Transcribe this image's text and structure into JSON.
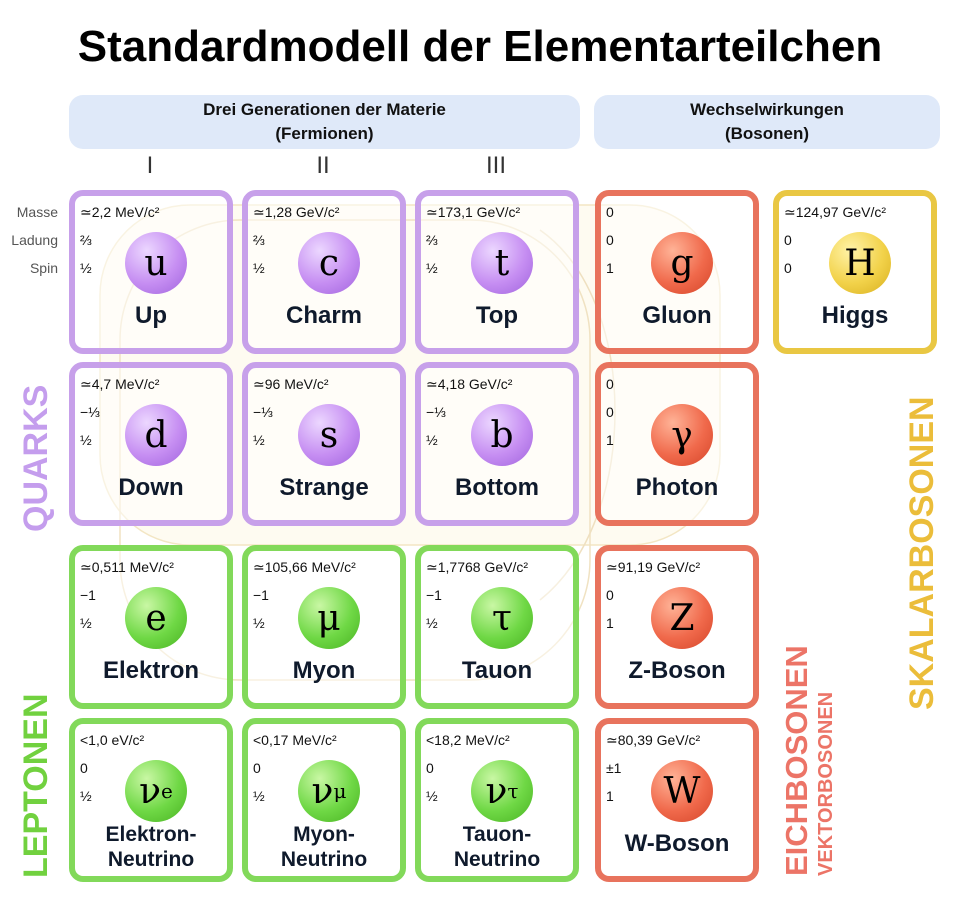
{
  "title": "Standardmodell der Elementarteilchen",
  "headers": {
    "fermions_line1": "Drei Generationen der Materie",
    "fermions_line2": "(Fermionen)",
    "bosons_line1": "Wechselwirkungen",
    "bosons_line2": "(Bosonen)"
  },
  "generations": [
    "I",
    "II",
    "III"
  ],
  "row_labels": {
    "mass": "Masse",
    "charge": "Ladung",
    "spin": "Spin"
  },
  "group_labels": {
    "quarks": "QUARKS",
    "leptons": "LEPTONEN",
    "gauge": "EICHBOSONEN",
    "vector": "VEKTORBOSONEN",
    "scalar": "SKALARBOSONEN"
  },
  "colors": {
    "quark": "#c7a0ea",
    "lepton": "#82d95a",
    "gauge": "#e8735d",
    "scalar": "#e9c743"
  },
  "particles": {
    "up": {
      "mass": "≃2,2 MeV/c²",
      "charge": "⅔",
      "spin": "½",
      "symbol": "u",
      "name": "Up"
    },
    "charm": {
      "mass": "≃1,28 GeV/c²",
      "charge": "⅔",
      "spin": "½",
      "symbol": "c",
      "name": "Charm"
    },
    "top": {
      "mass": "≃173,1 GeV/c²",
      "charge": "⅔",
      "spin": "½",
      "symbol": "t",
      "name": "Top"
    },
    "gluon": {
      "mass": "0",
      "charge": "0",
      "spin": "1",
      "symbol": "g",
      "name": "Gluon"
    },
    "higgs": {
      "mass": "≃124,97 GeV/c²",
      "charge": "0",
      "spin": "0",
      "symbol": "H",
      "name": "Higgs"
    },
    "down": {
      "mass": "≃4,7 MeV/c²",
      "charge": "−⅓",
      "spin": "½",
      "symbol": "d",
      "name": "Down"
    },
    "strange": {
      "mass": "≃96 MeV/c²",
      "charge": "−⅓",
      "spin": "½",
      "symbol": "s",
      "name": "Strange"
    },
    "bottom": {
      "mass": "≃4,18 GeV/c²",
      "charge": "−⅓",
      "spin": "½",
      "symbol": "b",
      "name": "Bottom"
    },
    "photon": {
      "mass": "0",
      "charge": "0",
      "spin": "1",
      "symbol": "γ",
      "name": "Photon"
    },
    "electron": {
      "mass": "≃0,511 MeV/c²",
      "charge": "−1",
      "spin": "½",
      "symbol": "e",
      "name": "Elektron"
    },
    "muon": {
      "mass": "≃105,66 MeV/c²",
      "charge": "−1",
      "spin": "½",
      "symbol": "μ",
      "name": "Myon"
    },
    "tau": {
      "mass": "≃1,7768 GeV/c²",
      "charge": "−1",
      "spin": "½",
      "symbol": "τ",
      "name": "Tauon"
    },
    "zboson": {
      "mass": "≃91,19 GeV/c²",
      "charge": "0",
      "spin": "1",
      "symbol": "Z",
      "name": "Z-Boson"
    },
    "nu_e": {
      "mass": "<1,0 eV/c²",
      "charge": "0",
      "spin": "½",
      "symbol": "ν",
      "sub": "e",
      "name1": "Elektron-",
      "name2": "Neutrino"
    },
    "nu_mu": {
      "mass": "<0,17 MeV/c²",
      "charge": "0",
      "spin": "½",
      "symbol": "ν",
      "sub": "μ",
      "name1": "Myon-",
      "name2": "Neutrino"
    },
    "nu_tau": {
      "mass": "<18,2 MeV/c²",
      "charge": "0",
      "spin": "½",
      "symbol": "ν",
      "sub": "τ",
      "name1": "Tauon-",
      "name2": "Neutrino"
    },
    "wboson": {
      "mass": "≃80,39 GeV/c²",
      "charge": "±1",
      "spin": "1",
      "symbol": "W",
      "name": "W-Boson"
    }
  }
}
